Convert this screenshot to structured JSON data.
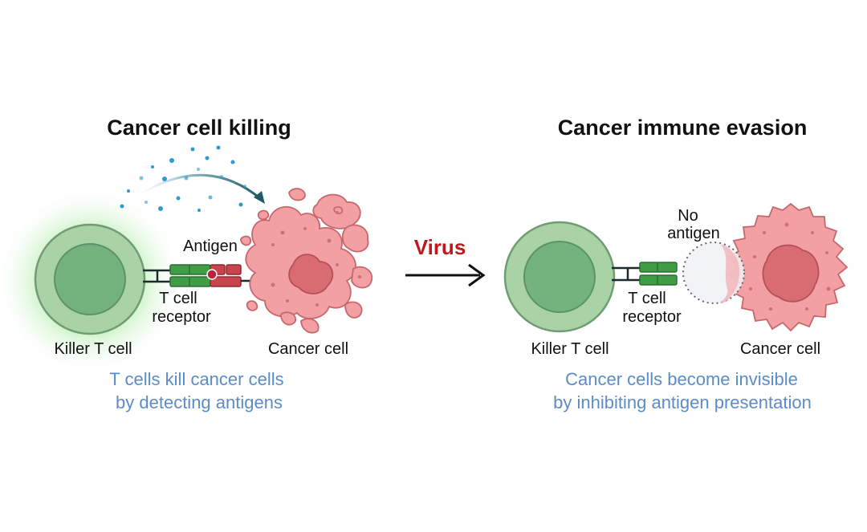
{
  "left_panel": {
    "title": "Cancer cell killing",
    "t_cell_label": "Killer T cell",
    "cancer_cell_label": "Cancer cell",
    "antigen_label": "Antigen",
    "receptor_label_line1": "T cell",
    "receptor_label_line2": "receptor",
    "caption_line1": "T cells kill cancer cells",
    "caption_line2": "by detecting antigens"
  },
  "middle": {
    "virus_label": "Virus"
  },
  "right_panel": {
    "title": "Cancer immune evasion",
    "t_cell_label": "Killer T cell",
    "cancer_cell_label": "Cancer cell",
    "no_antigen_line1": "No",
    "no_antigen_line2": "antigen",
    "receptor_label_line1": "T cell",
    "receptor_label_line2": "receptor",
    "caption_line1": "Cancer cells become invisible",
    "caption_line2": "by inhibiting antigen presentation"
  },
  "colors": {
    "t_cell_outer": "#a9d3a6",
    "t_cell_nucleus": "#74b27e",
    "glow": "#7fe07a",
    "receptor_green": "#3f9e45",
    "antigen_red": "#c9444d",
    "cancer_pink": "#f2a0a3",
    "cancer_nucleus": "#d96c72",
    "caption_blue": "#5b8cc8",
    "virus_red": "#c0181b",
    "cytokine_blue": "#2f9bd0"
  }
}
